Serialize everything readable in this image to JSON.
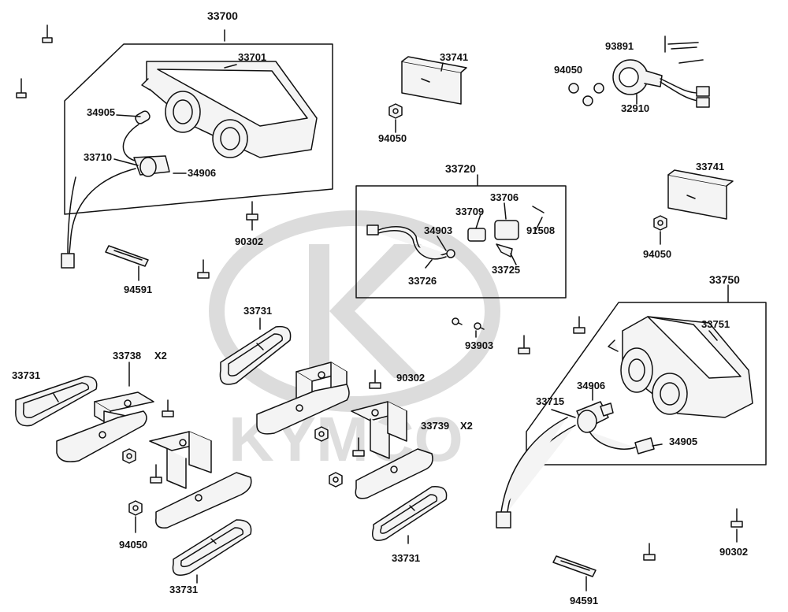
{
  "diagram": {
    "watermark_text": "KYMCO",
    "colors": {
      "line": "#111111",
      "part_fill": "#f4f4f4",
      "watermark": "#d9d9d9"
    },
    "labels": {
      "p33700": "33700",
      "p33701": "33701",
      "p34905_l": "34905",
      "p33710": "33710",
      "p34906_l": "34906",
      "p94591_l": "94591",
      "p90302_a": "90302",
      "p33741_a": "33741",
      "p94050_a": "94050",
      "p93891": "93891",
      "p94050_b": "94050",
      "p32910": "32910",
      "p33741_b": "33741",
      "p94050_c": "94050",
      "p33720": "33720",
      "p33706": "33706",
      "p33709": "33709",
      "p34903": "34903",
      "p91508": "91508",
      "p33726": "33726",
      "p33725": "33725",
      "p33731_a": "33731",
      "p33738": "33738",
      "x2_a": "X2",
      "p33731_b": "33731",
      "p90302_b": "90302",
      "p33739": "33739",
      "x2_b": "X2",
      "p93903": "93903",
      "p94050_d": "94050",
      "p33731_c": "33731",
      "p33731_d": "33731",
      "p33750": "33750",
      "p33751": "33751",
      "p34906_r": "34906",
      "p33715": "33715",
      "p34905_r": "34905",
      "p90302_c": "90302",
      "p94591_r": "94591"
    }
  }
}
